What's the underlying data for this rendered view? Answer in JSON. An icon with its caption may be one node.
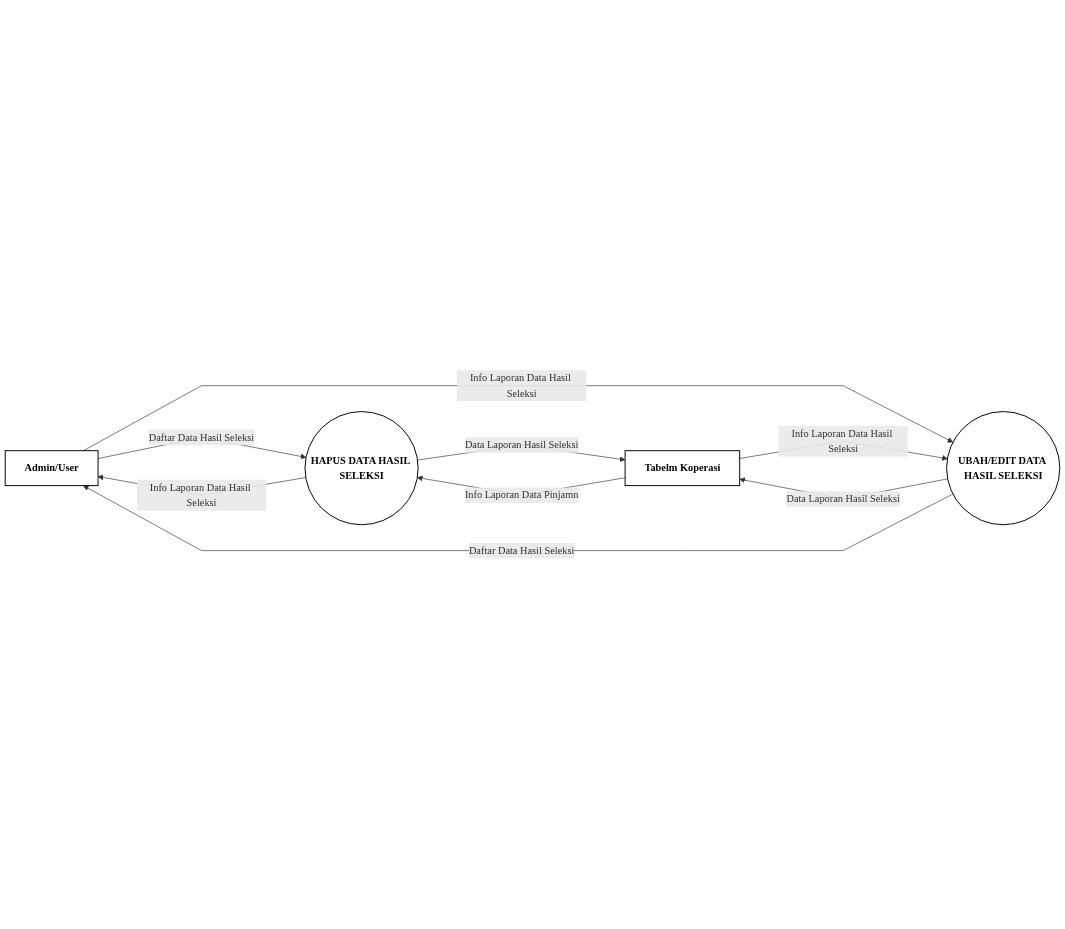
{
  "diagram": {
    "nodes": [
      {
        "text": [
          "Admin/User"
        ]
      },
      {
        "text": [
          "HAPUS DATA HASIL SELEKSI"
        ]
      },
      {
        "text": [
          "Tabelm Koperasi"
        ]
      },
      {
        "text": [
          "UBAH/EDIT DATA HASIL SELEKSI"
        ]
      }
    ],
    "edges": [
      {
        "from": 0,
        "to": 1,
        "arrow": "to",
        "label": "Daftar Data Hasil Seleksi"
      },
      {
        "from": 1,
        "to": 0,
        "arrow": "to",
        "label": "Info Laporan Data Hasil Seleksi"
      },
      {
        "from": 1,
        "to": 2,
        "arrow": "to",
        "label": "Data Laporan Hasil Seleksi"
      },
      {
        "from": 2,
        "to": 1,
        "arrow": "to",
        "label": "Info Laporan Data Pinjamn"
      },
      {
        "from": 3,
        "to": 2,
        "arrow": "to",
        "label": "Data Laporan Hasil Seleksi"
      },
      {
        "from": 3,
        "to": 0,
        "arrow": "to",
        "label": "Daftar Data Hasil Seleksi"
      },
      {
        "from": 0,
        "to": 3,
        "arrow": "to",
        "label": "Info Laporan Data Hasil Seleksi"
      },
      {
        "from": 2,
        "to": 3,
        "arrow": "to",
        "label": "Info Laporan Data Hasil Seleksi"
      }
    ]
  }
}
